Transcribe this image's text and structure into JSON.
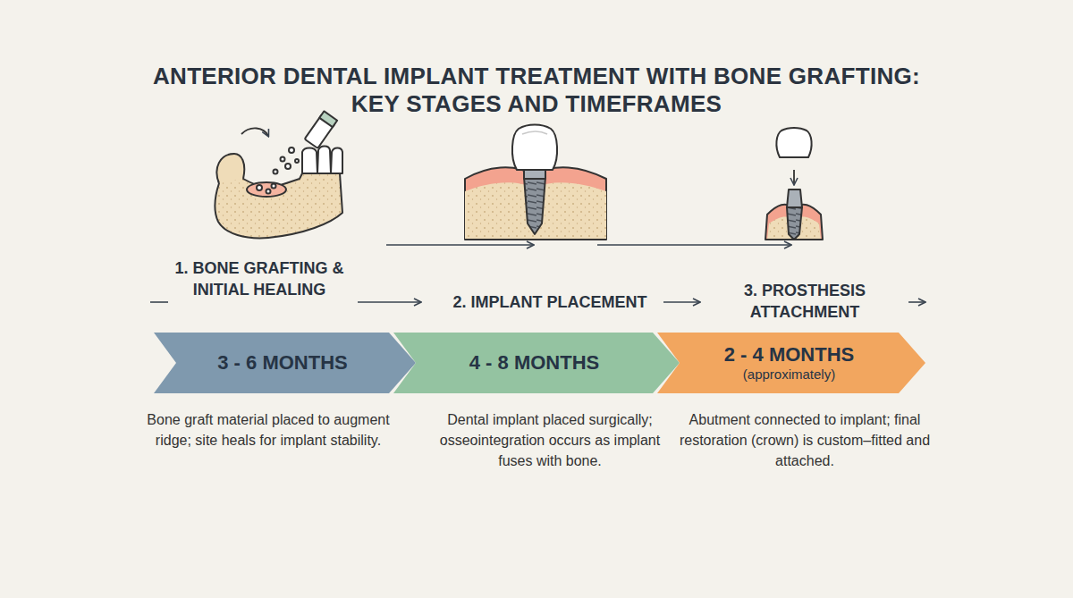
{
  "diagram": {
    "title": "ANTERIOR DENTAL IMPLANT TREATMENT WITH BONE GRAFTING:  KEY STAGES AND TIMEFRAMES",
    "nodes": [
      {
        "text": [
          "1. BONE GRAFTING & INITIAL HEALING",
          "3 - 6 MONTHS",
          "Bone graft material placed to augment ridge; site heals for implant stability."
        ]
      },
      {
        "text": [
          "2. IMPLANT PLACEMENT",
          "4 - 8 MONTHS",
          "Dental implant placed surgically; osseointegration occurs as implant fuses with bone."
        ]
      },
      {
        "text": [
          "3. PROSTHESIS ATTACHMENT",
          "2 - 4 MONTHS",
          "(approximately)",
          "Abutment connected to implant; final restoration (crown) is custom–fitted and attached."
        ]
      }
    ]
  }
}
